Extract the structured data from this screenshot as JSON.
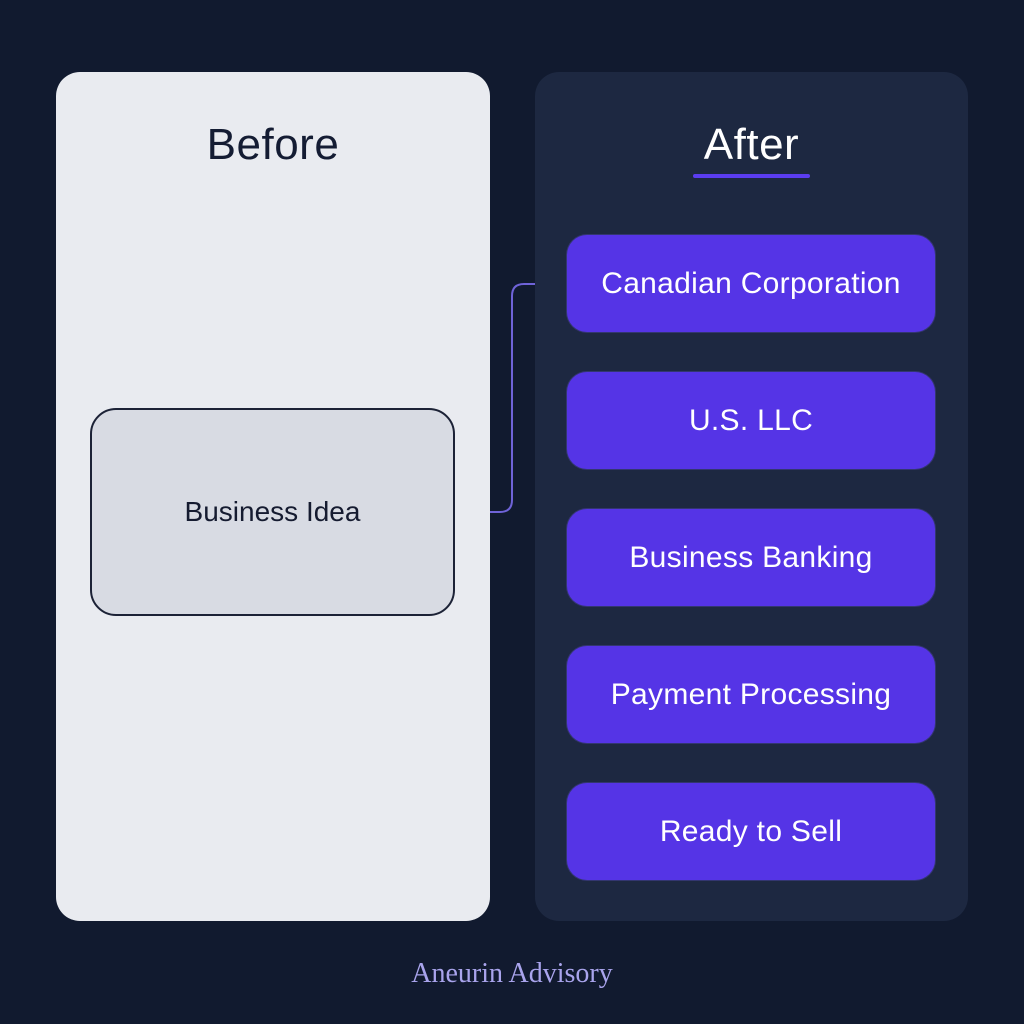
{
  "before": {
    "title": "Before",
    "item": "Business Idea"
  },
  "after": {
    "title": "After",
    "steps": [
      {
        "label": "Canadian Corporation"
      },
      {
        "label": "U.S. LLC"
      },
      {
        "label": "Business Banking"
      },
      {
        "label": "Payment Processing"
      },
      {
        "label": "Ready to Sell"
      }
    ]
  },
  "footer": {
    "brand": "Aneurin Advisory"
  },
  "colors": {
    "background": "#111a2f",
    "before_panel": "#e9ebf0",
    "after_panel": "#1d2841",
    "accent": "#5534e6",
    "connector": "#6f63d8"
  }
}
